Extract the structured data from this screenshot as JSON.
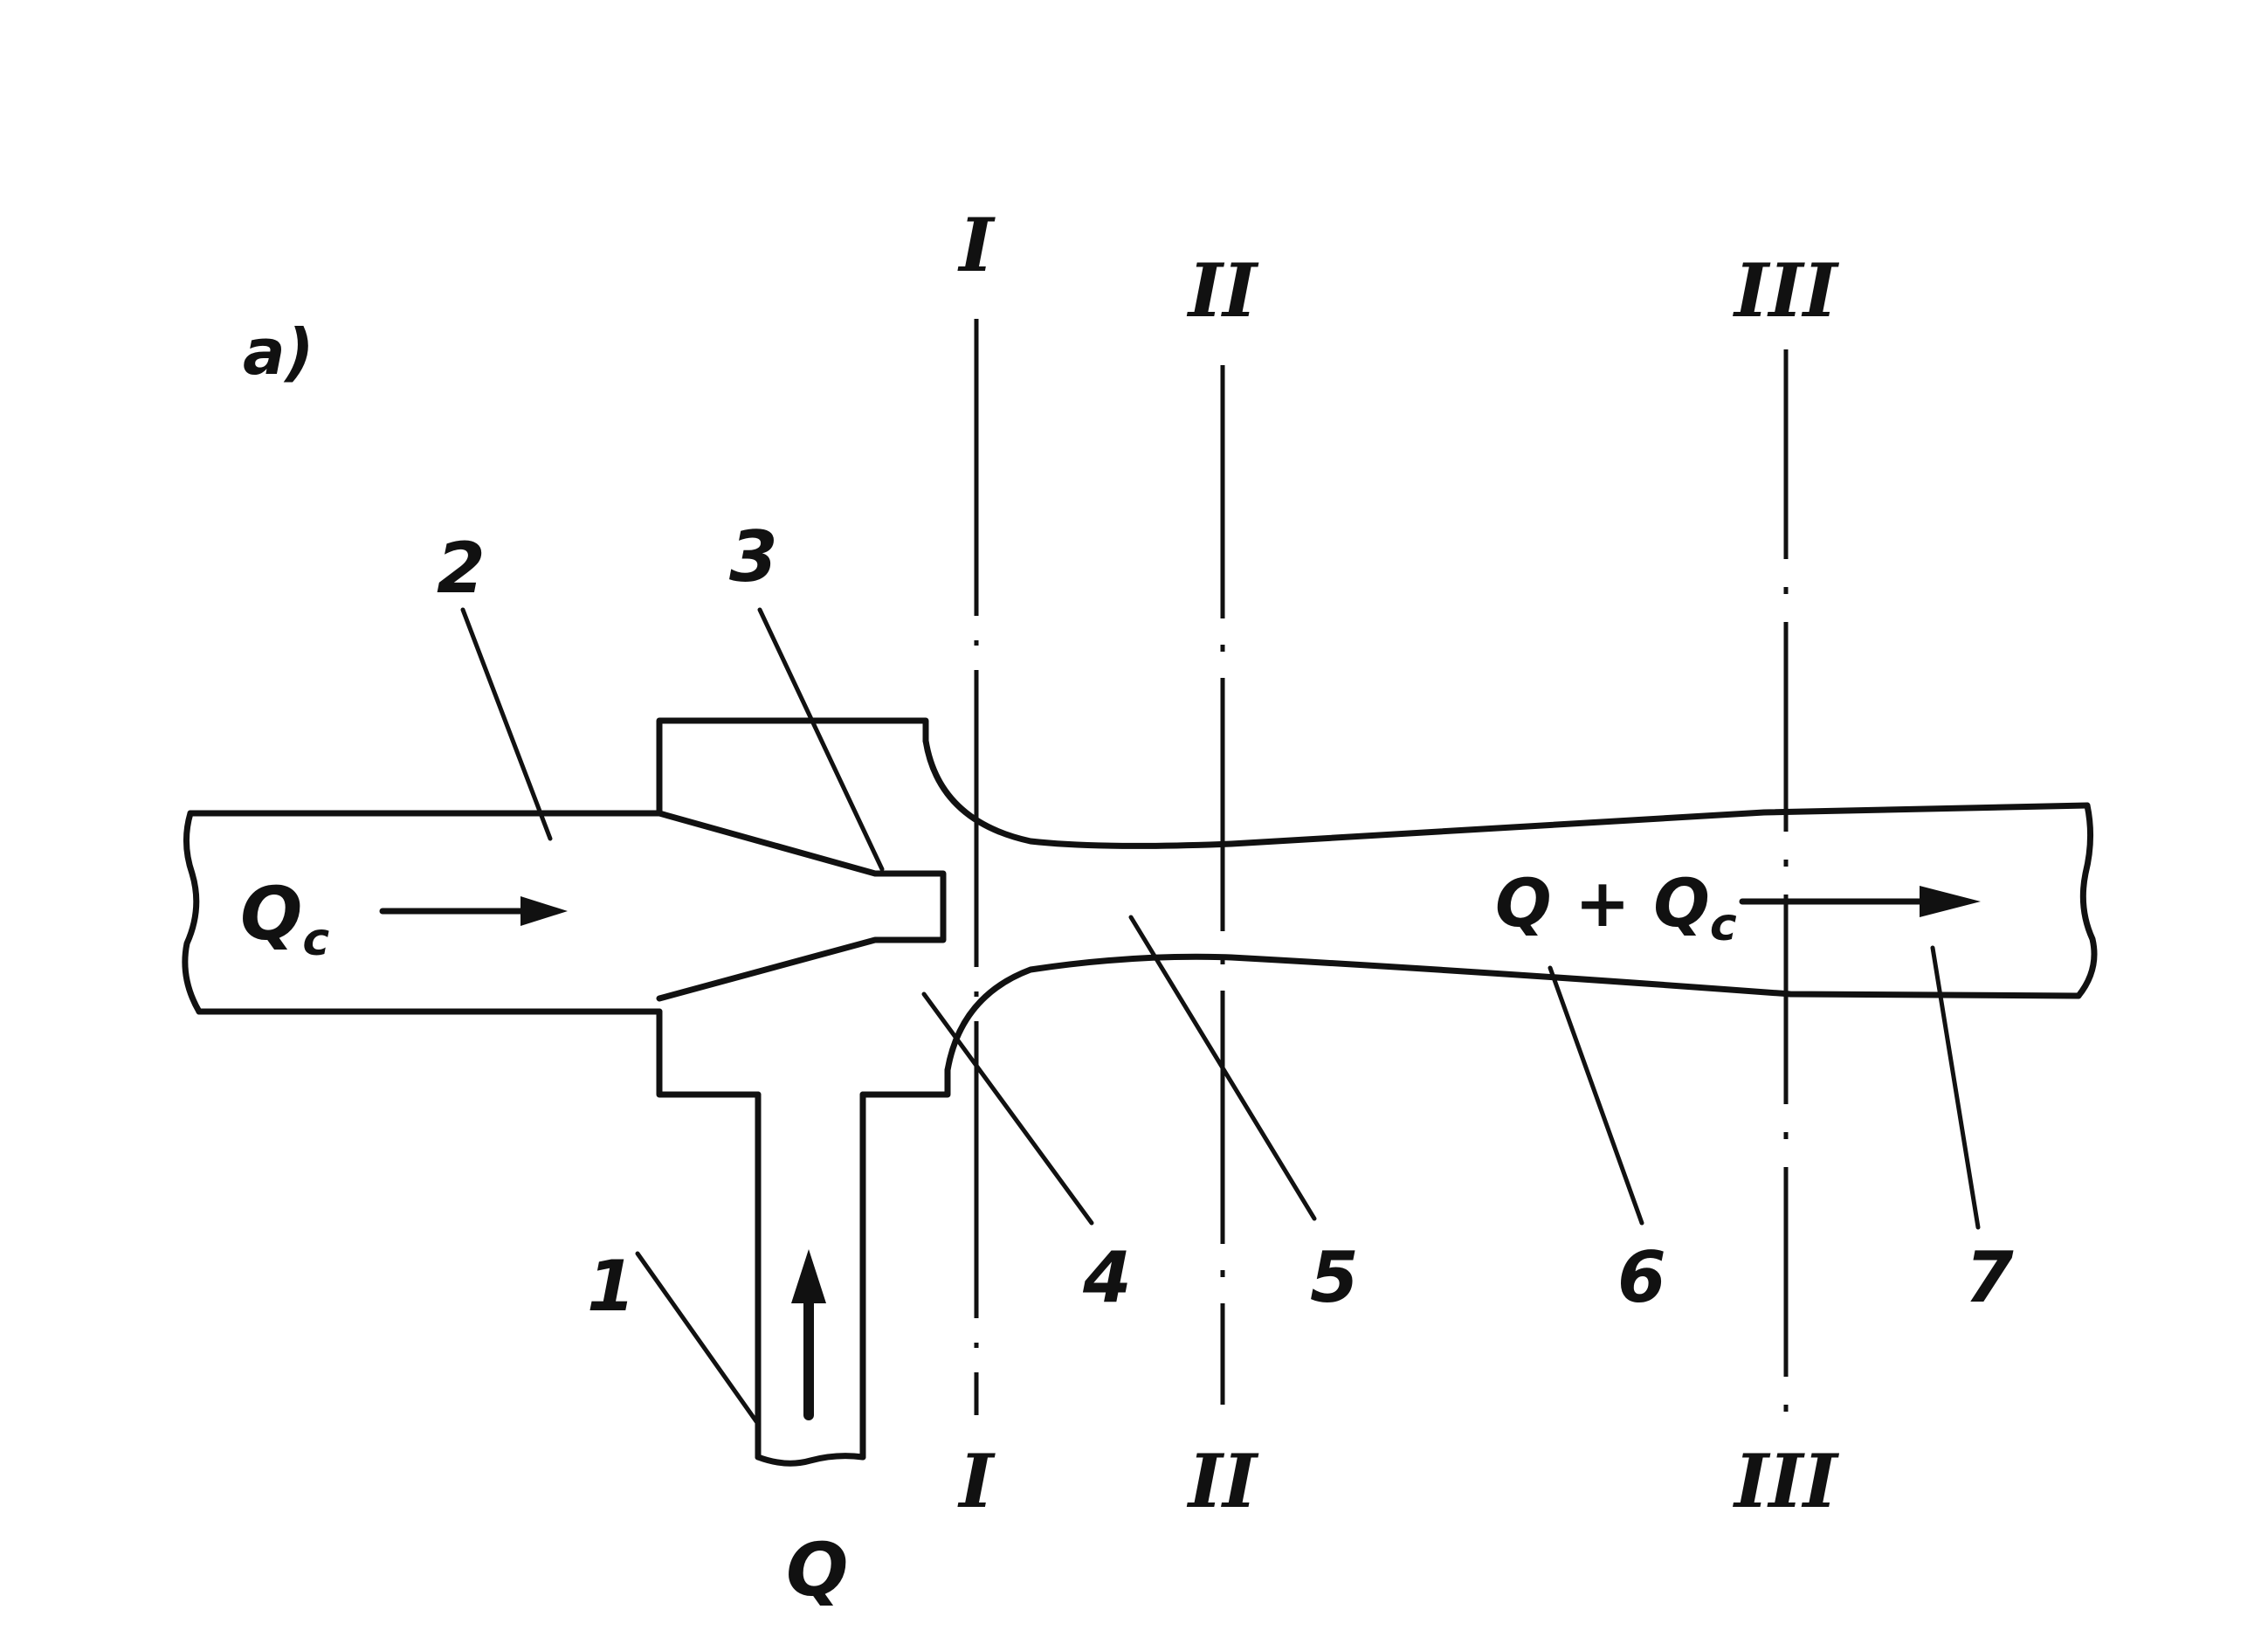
{
  "figure": {
    "panel_label": "a)",
    "flow_in": {
      "main": "Q",
      "sub": "c"
    },
    "flow_suction": "Q",
    "flow_out": {
      "main": "Q + Q",
      "sub": "c"
    },
    "sections": [
      {
        "id": "I",
        "label": "I"
      },
      {
        "id": "II",
        "label": "II"
      },
      {
        "id": "III",
        "label": "III"
      }
    ],
    "parts": [
      {
        "id": "1",
        "label": "1"
      },
      {
        "id": "2",
        "label": "2"
      },
      {
        "id": "3",
        "label": "3"
      },
      {
        "id": "4",
        "label": "4"
      },
      {
        "id": "5",
        "label": "5"
      },
      {
        "id": "6",
        "label": "6"
      },
      {
        "id": "7",
        "label": "7"
      }
    ]
  }
}
